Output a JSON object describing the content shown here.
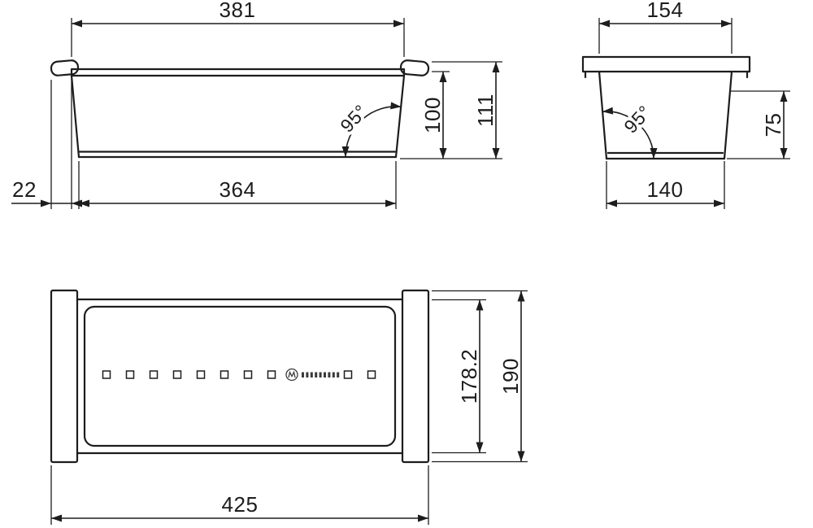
{
  "drawing": {
    "background": "#ffffff",
    "line_color": "#1d1d1f",
    "views": {
      "front": {
        "dims": {
          "top_width": "381",
          "bottom_width": "364",
          "flange_overhang": "22",
          "bowl_depth": "100",
          "overall_height": "111",
          "wall_angle": "95°"
        }
      },
      "side": {
        "dims": {
          "top_width": "154",
          "bottom_width": "140",
          "depth": "75",
          "wall_angle": "95°"
        }
      },
      "plan": {
        "dims": {
          "overall_length": "425",
          "overall_width": "190",
          "inner_width": "178.2"
        },
        "perforations": 10,
        "logo_icon": "brand-roundel-wordmark"
      }
    }
  }
}
